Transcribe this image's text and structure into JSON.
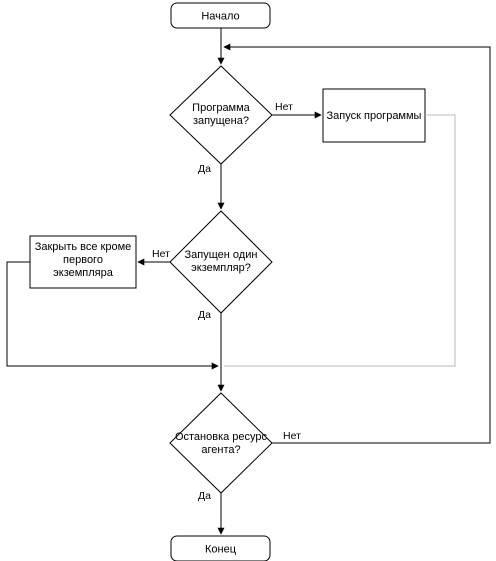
{
  "nodes": {
    "start": "Начало",
    "check_running": [
      "Программа",
      "запущена?"
    ],
    "launch": "Запуск программы",
    "check_single": [
      "Запущен один",
      "экземпляр?"
    ],
    "close_others": [
      "Закрыть все кроме",
      "первого",
      "экземпляра"
    ],
    "stop_agent": [
      "Остановка ресурс",
      "агента?"
    ],
    "end": "Конец"
  },
  "edge_labels": {
    "running_no": "Нет",
    "running_yes": "Да",
    "single_no": "Нет",
    "single_yes": "Да",
    "stop_no": "Нет",
    "stop_yes": "Да"
  }
}
